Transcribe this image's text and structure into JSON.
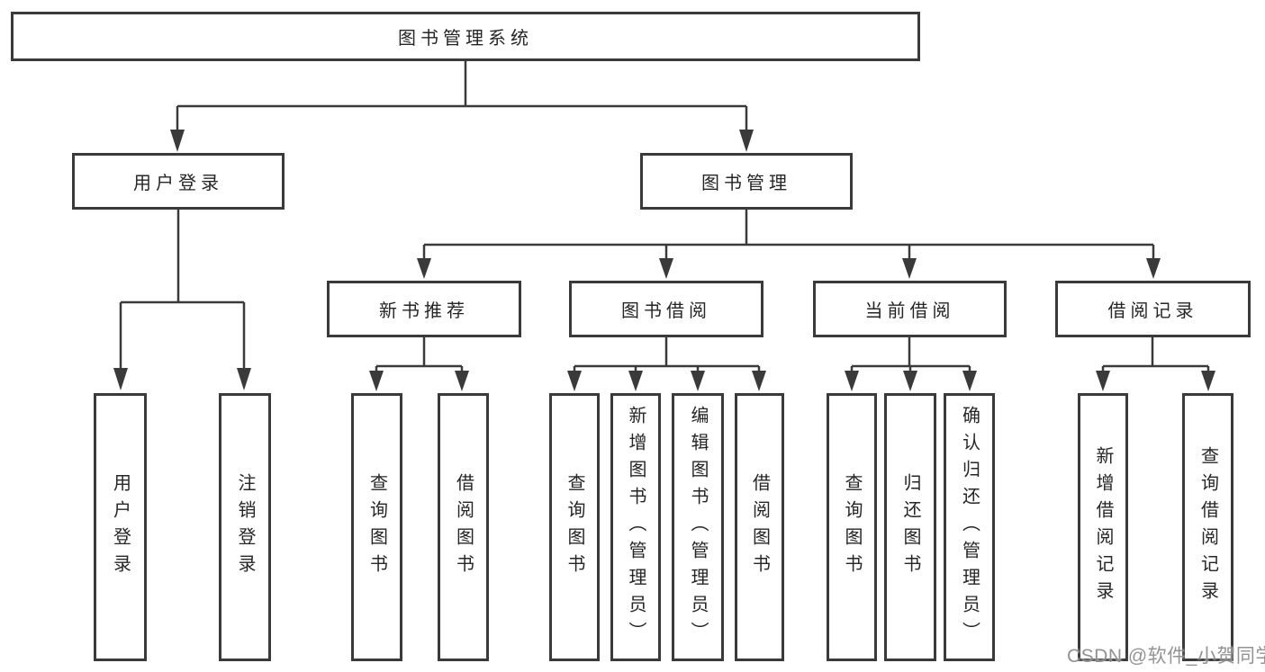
{
  "diagram_title": "图书管理系统",
  "tree": {
    "root": {
      "label": "图书管理系统",
      "children": [
        {
          "label": "用户登录",
          "children": [
            {
              "label": "用户登录"
            },
            {
              "label": "注销登录"
            }
          ]
        },
        {
          "label": "图书管理",
          "children": [
            {
              "label": "新书推荐",
              "children": [
                {
                  "label": "查询图书"
                },
                {
                  "label": "借阅图书"
                }
              ]
            },
            {
              "label": "图书借阅",
              "children": [
                {
                  "label": "查询图书"
                },
                {
                  "label": "新增图书（管理员）"
                },
                {
                  "label": "编辑图书（管理员）"
                },
                {
                  "label": "借阅图书"
                }
              ]
            },
            {
              "label": "当前借阅",
              "children": [
                {
                  "label": "查询图书"
                },
                {
                  "label": "归还图书"
                },
                {
                  "label": "确认归还（管理员）"
                }
              ]
            },
            {
              "label": "借阅记录",
              "children": [
                {
                  "label": "新增借阅记录"
                },
                {
                  "label": "查询借阅记录"
                }
              ]
            }
          ]
        }
      ]
    }
  },
  "watermark": "CSDN @软件_小贺同学",
  "colors": {
    "line": "#3a3a3a",
    "box_border": "#3a3a3a",
    "text": "#262626",
    "background": "#ffffff",
    "watermark": "#8a8a8a"
  }
}
